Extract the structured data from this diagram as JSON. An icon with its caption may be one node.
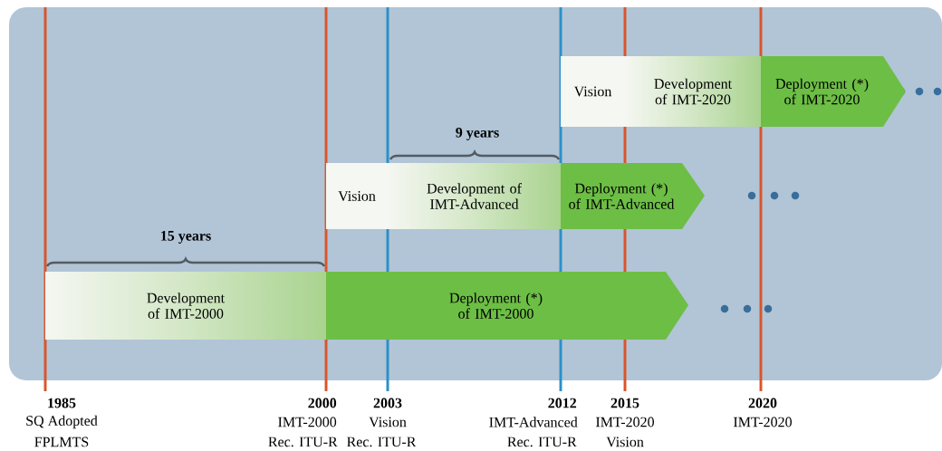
{
  "diagram": {
    "nodes": [
      {
        "text": [
          "Vision"
        ]
      },
      {
        "text": [
          "Development of IMT-2020"
        ]
      },
      {
        "text": [
          "Deployment (*) of IMT-2020"
        ]
      },
      {
        "text": [
          "Vision"
        ]
      },
      {
        "text": [
          "Development of IMT-Advanced"
        ]
      },
      {
        "text": [
          "Deployment (*) of IMT-Advanced"
        ]
      },
      {
        "text": [
          "Development of IMT-2000"
        ]
      },
      {
        "text": [
          "Deployment (*) of IMT-2000"
        ]
      }
    ],
    "labels": [
      "9 years",
      "15 years",
      "1985",
      "SQ Adopted",
      "FPLMTS",
      "2000",
      "IMT-2000",
      "Rec. ITU-R",
      "2003",
      "Vision",
      "Rec. ITU-R",
      "2012",
      "IMT-Advanced",
      "Rec. ITU-R",
      "2015",
      "IMT-2020",
      "Vision",
      "2020",
      "IMT-2020"
    ]
  }
}
